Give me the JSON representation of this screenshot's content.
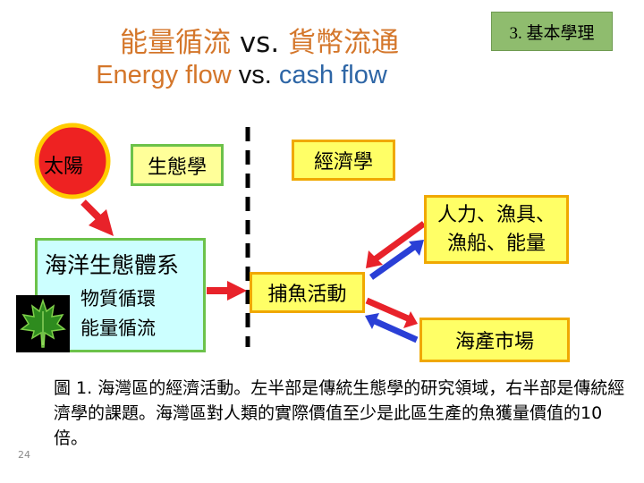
{
  "title": {
    "line1_part1": "能量循流",
    "line1_vs": " vs. ",
    "line1_part2": "貨幣流通",
    "line2_part1": "Energy flow",
    "line2_vs": " vs. ",
    "line2_part2": "cash flow"
  },
  "section_tag": "3. 基本學理",
  "diagram": {
    "sun": "太陽",
    "ecology": "生態學",
    "economics": "經濟學",
    "inputs_line1": "人力、漁具、",
    "inputs_line2": "漁船、能量",
    "marine_title": "海洋生態體系",
    "marine_line1": "物質循環",
    "marine_line2": "能量循流",
    "fishing": "捕魚活動",
    "market": "海產市場"
  },
  "caption": "圖 1. 海灣區的經濟活動。左半部是傳統生態學的研究領域，右半部是傳統經濟學的課題。海灣區對人類的實際價值至少是此區生產的魚獲量價值的10倍。",
  "slide_number": "24",
  "colors": {
    "red_arrow": "#e8222a",
    "blue_arrow": "#2a3fd6",
    "yellow_box": "#ffff66",
    "orange_border": "#f0a800",
    "green_border": "#6cc24a",
    "sun_fill": "#ee2222",
    "sun_ring": "#ffcc00",
    "marine_fill": "#ccffff",
    "tag_fill": "#8fbc6e"
  },
  "icons": [
    "maple-leaf-icon"
  ]
}
